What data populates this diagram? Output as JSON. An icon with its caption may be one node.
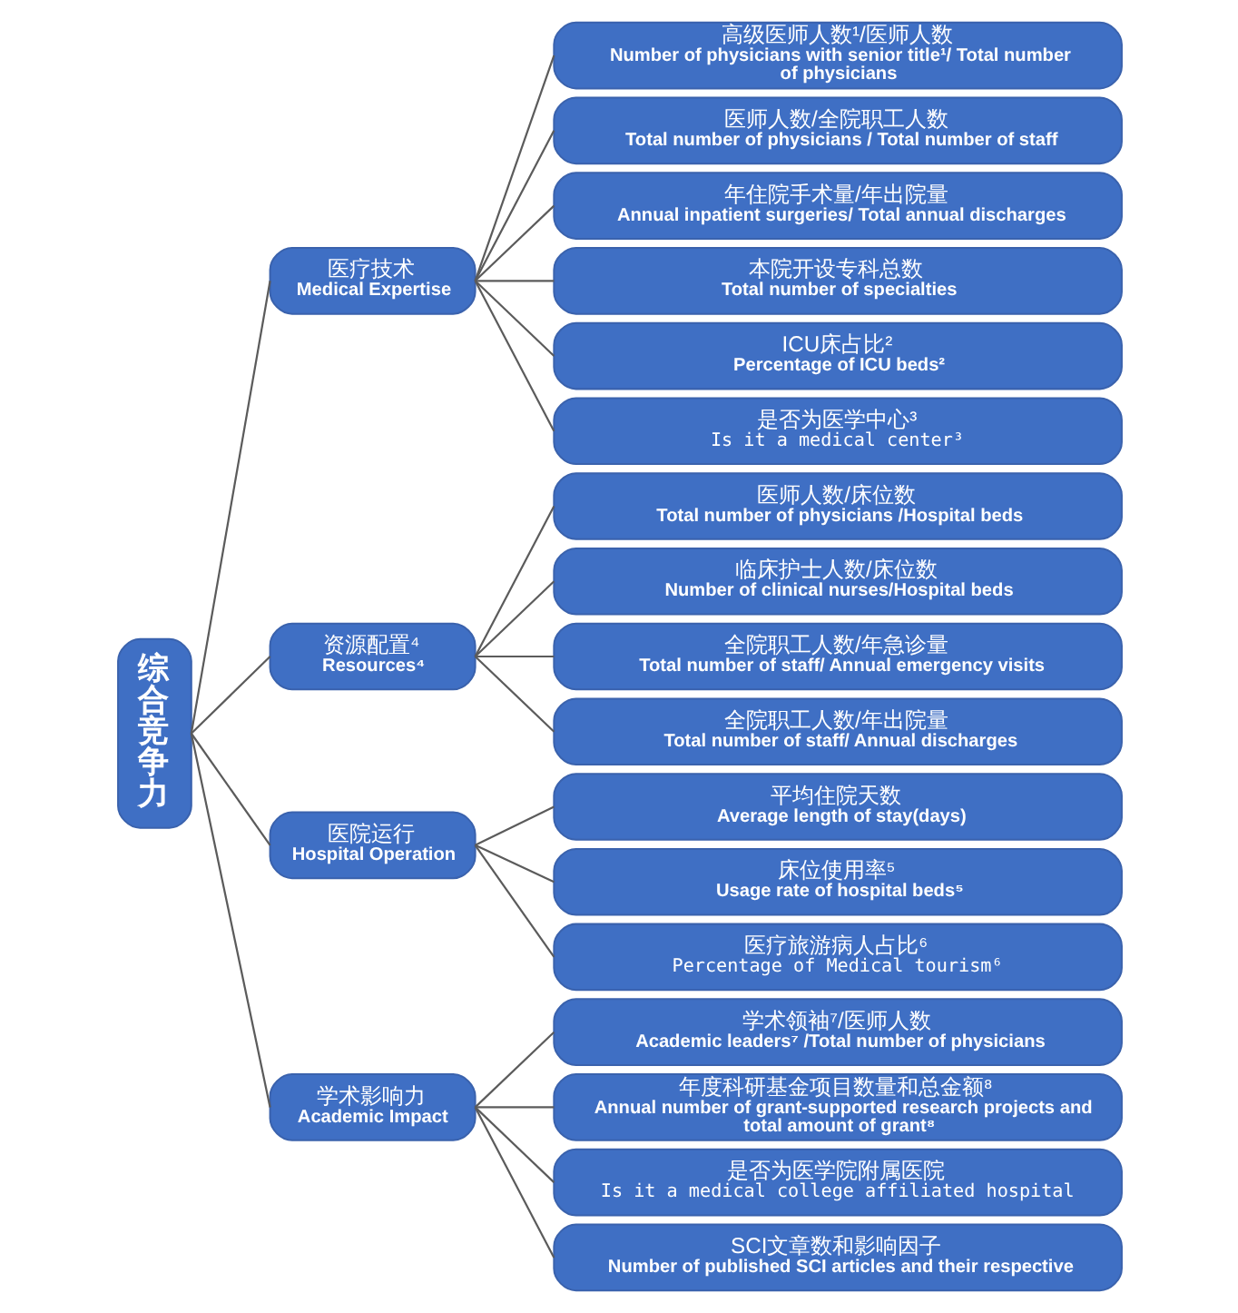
{
  "diagram": {
    "nodes": [
      {
        "text": [
          "综合竞争力"
        ]
      },
      {
        "text": [
          "医疗技术",
          "Medical Expertise"
        ]
      },
      {
        "text": [
          "高级医师人数¹/医师人数",
          "Number of physicians with senior title¹/ Total number of physicians"
        ]
      },
      {
        "text": [
          "医师人数/全院职工人数",
          "Total number of physicians / Total number of staff"
        ]
      },
      {
        "text": [
          "年住院手术量/年出院量",
          "Annual inpatient surgeries/ Total annual discharges"
        ]
      },
      {
        "text": [
          "本院开设专科总数",
          "Total number of specialties"
        ]
      },
      {
        "text": [
          "ICU床占比²",
          "Percentage of ICU beds²"
        ]
      },
      {
        "text": [
          "是否为医学中心³",
          "Is it a medical center³"
        ]
      },
      {
        "text": [
          "资源配置⁴",
          "Resources⁴"
        ]
      },
      {
        "text": [
          "医师人数/床位数",
          "Total number of physicians /Hospital beds"
        ]
      },
      {
        "text": [
          "临床护士人数/床位数",
          "Number of clinical nurses/Hospital beds"
        ]
      },
      {
        "text": [
          "全院职工人数/年急诊量",
          "Total number of staff/ Annual emergency visits"
        ]
      },
      {
        "text": [
          "全院职工人数/年出院量",
          "Total number of staff/ Annual discharges"
        ]
      },
      {
        "text": [
          "医院运行",
          "Hospital Operation"
        ]
      },
      {
        "text": [
          "平均住院天数",
          "Average length of stay(days)"
        ]
      },
      {
        "text": [
          "床位使用率⁵",
          "Usage rate of hospital beds⁵"
        ]
      },
      {
        "text": [
          "医疗旅游病人占比⁶",
          "Percentage of Medical tourism⁶"
        ]
      },
      {
        "text": [
          "学术影响力",
          "Academic Impact"
        ]
      },
      {
        "text": [
          "学术领袖⁷/医师人数",
          "Academic leaders⁷ /Total number of physicians"
        ]
      },
      {
        "text": [
          "年度科研基金项目数量和总金额⁸",
          "Annual number of grant-supported research projects and total amount of grant⁸"
        ]
      },
      {
        "text": [
          "是否为医学院附属医院",
          "Is it a medical college affiliated hospital"
        ]
      },
      {
        "text": [
          "SCI文章数和影响因子",
          "Number of published SCI articles and their respective"
        ]
      }
    ],
    "edges": [
      {
        "from": 0,
        "to": 1,
        "arrow": "none"
      },
      {
        "from": 0,
        "to": 8,
        "arrow": "none"
      },
      {
        "from": 0,
        "to": 13,
        "arrow": "none"
      },
      {
        "from": 0,
        "to": 17,
        "arrow": "none"
      },
      {
        "from": 1,
        "to": 2,
        "arrow": "none"
      },
      {
        "from": 1,
        "to": 3,
        "arrow": "none"
      },
      {
        "from": 1,
        "to": 4,
        "arrow": "none"
      },
      {
        "from": 1,
        "to": 5,
        "arrow": "none"
      },
      {
        "from": 1,
        "to": 6,
        "arrow": "none"
      },
      {
        "from": 1,
        "to": 7,
        "arrow": "none"
      },
      {
        "from": 8,
        "to": 9,
        "arrow": "none"
      },
      {
        "from": 8,
        "to": 10,
        "arrow": "none"
      },
      {
        "from": 8,
        "to": 11,
        "arrow": "none"
      },
      {
        "from": 8,
        "to": 12,
        "arrow": "none"
      },
      {
        "from": 13,
        "to": 14,
        "arrow": "none"
      },
      {
        "from": 13,
        "to": 15,
        "arrow": "none"
      },
      {
        "from": 13,
        "to": 16,
        "arrow": "none"
      },
      {
        "from": 17,
        "to": 18,
        "arrow": "none"
      },
      {
        "from": 17,
        "to": 19,
        "arrow": "none"
      },
      {
        "from": 17,
        "to": 20,
        "arrow": "none"
      },
      {
        "from": 17,
        "to": 21,
        "arrow": "none"
      }
    ]
  }
}
